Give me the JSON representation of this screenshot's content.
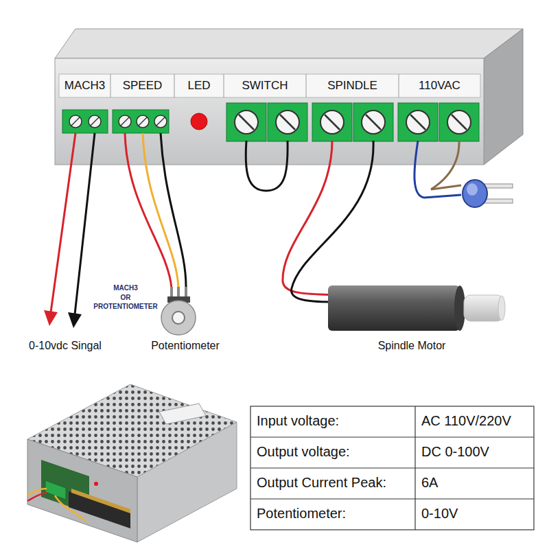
{
  "diagram": {
    "labels": [
      "MACH3",
      "SPEED",
      "LED",
      "SWITCH",
      "SPINDLE",
      "110VAC",
      "MACH3 OR PROTENTIOMETER",
      "0-10vdc Singal",
      "Potentiometer",
      "Spindle Motor",
      "Input voltage:",
      "AC 110V/220V",
      "Output voltage:",
      "DC 0-100V",
      "Output Current Peak:",
      "6A",
      "Potentiometer:",
      "0-10V"
    ]
  }
}
